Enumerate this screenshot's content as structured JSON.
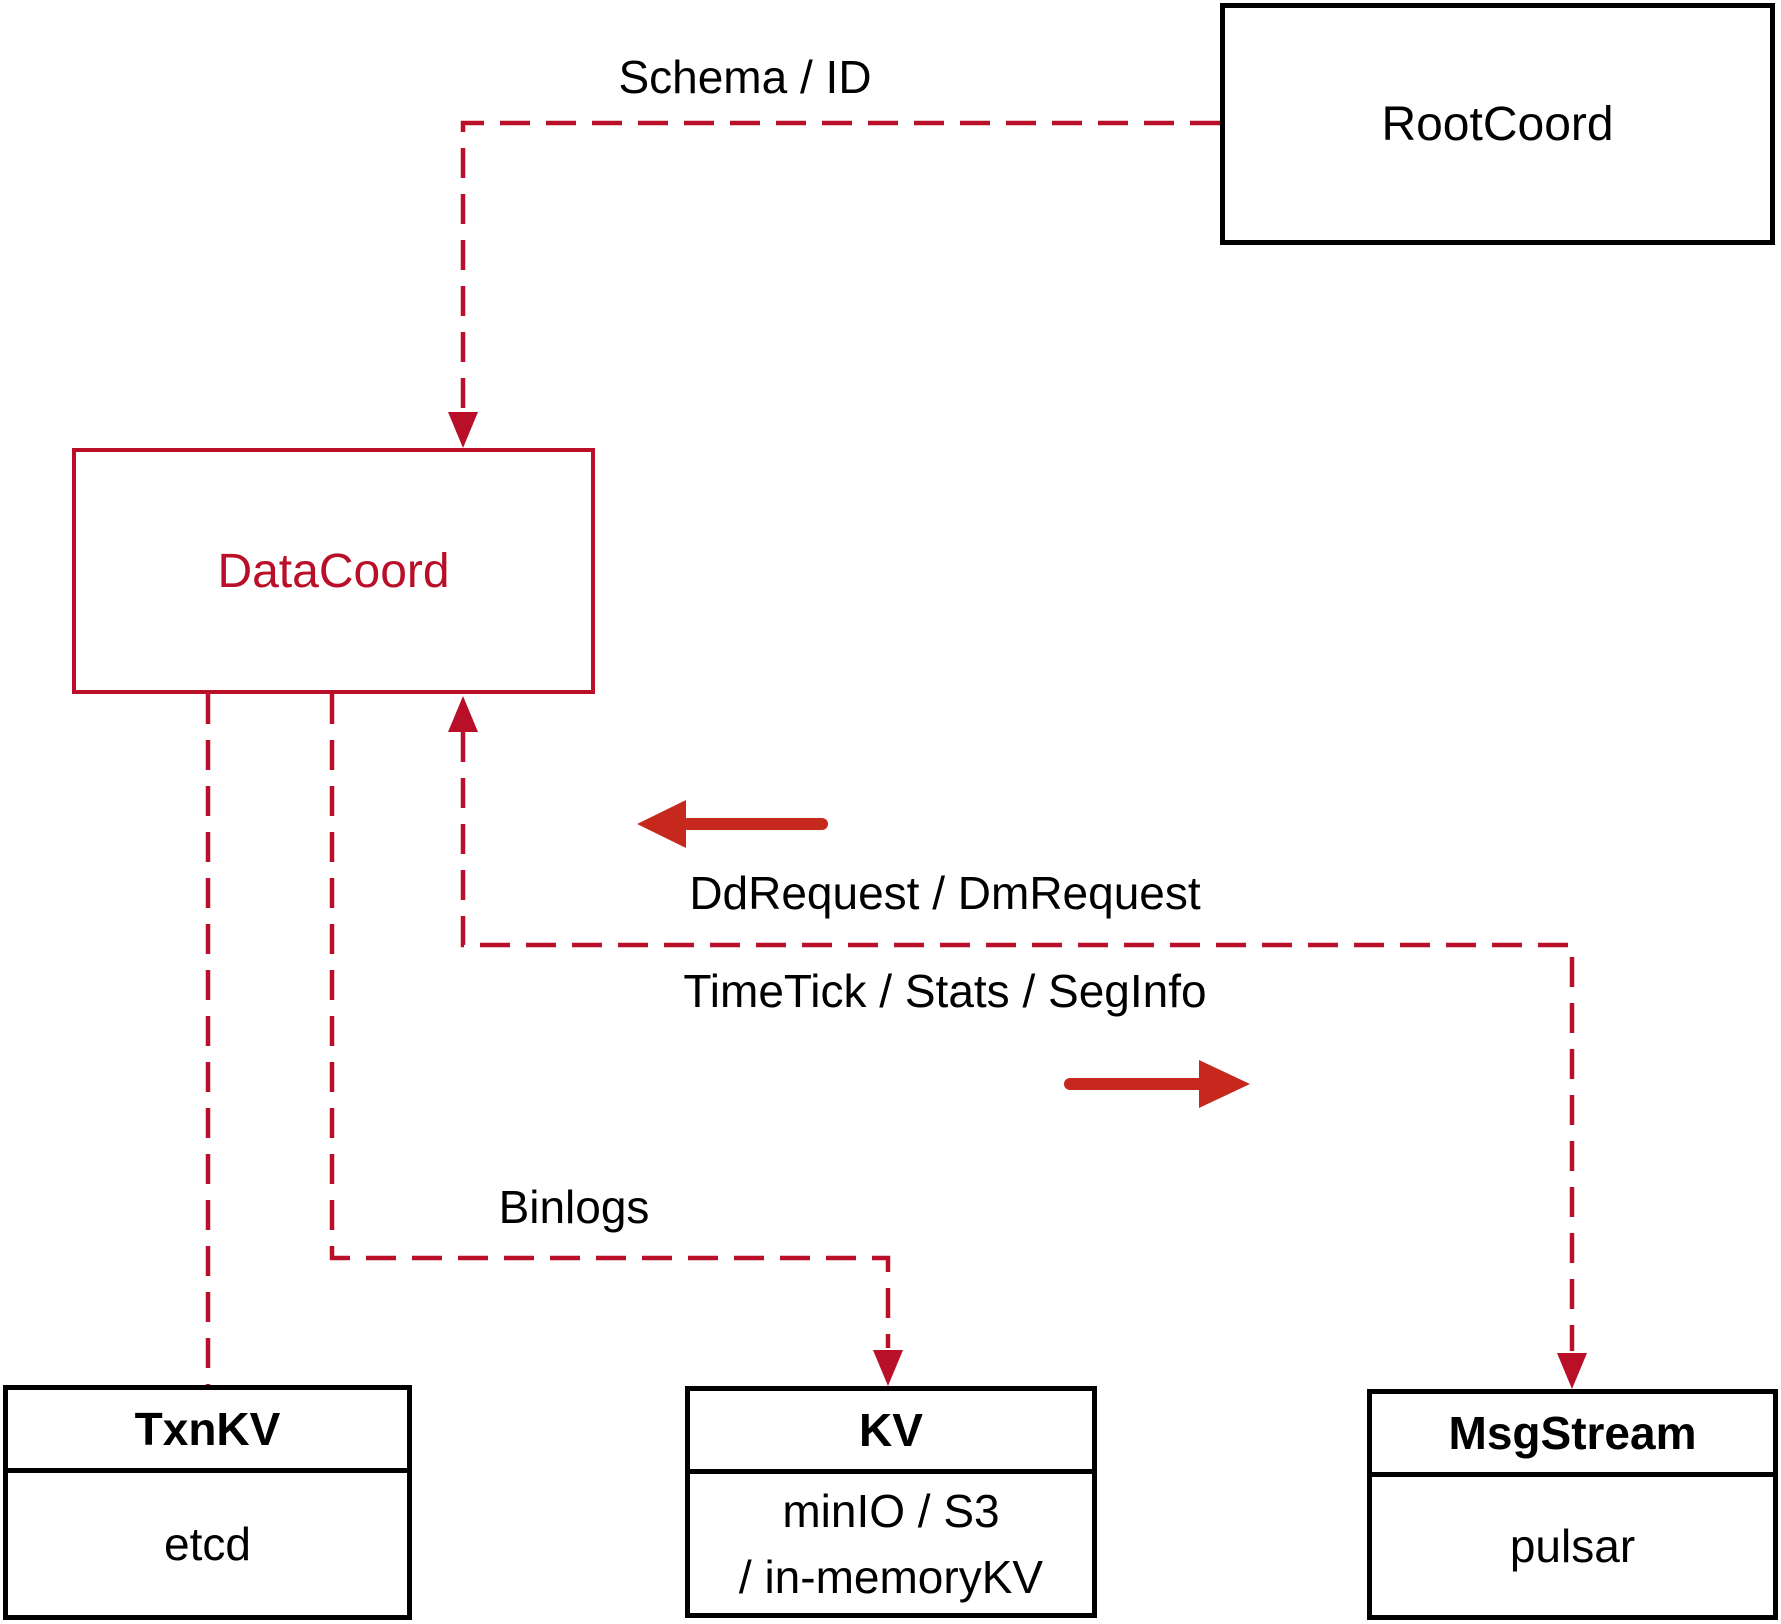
{
  "nodes": {
    "rootcoord": {
      "label": "RootCoord"
    },
    "datacoord": {
      "label": "DataCoord"
    },
    "txnkv": {
      "title": "TxnKV",
      "subtitle": "etcd"
    },
    "kv": {
      "title": "KV",
      "line1": "minIO / S3",
      "line2": "/ in-memoryKV"
    },
    "msgstream": {
      "title": "MsgStream",
      "subtitle": "pulsar"
    }
  },
  "edge_labels": {
    "schema_id": "Schema / ID",
    "dd_dm_request": "DdRequest / DmRequest",
    "timetick_stats_seginfo": "TimeTick / Stats / SegInfo",
    "binlogs": "Binlogs"
  },
  "colors": {
    "dashed_red": "#b90f28",
    "solid_arrow_red": "#c6281e",
    "node_border_black": "#000000",
    "datacoord_red": "#b90f28"
  }
}
